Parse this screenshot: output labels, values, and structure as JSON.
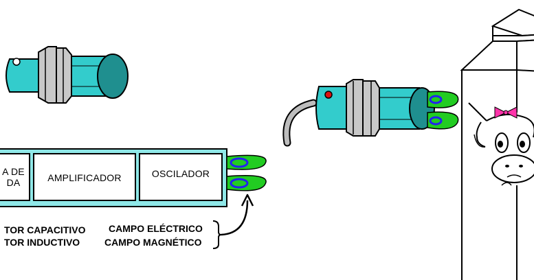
{
  "blocks": {
    "left_line1": "A DE",
    "left_line2": "DA",
    "amplifier": "AMPLIFICADOR",
    "oscillator": "OSCILADOR"
  },
  "captions": {
    "capacitive": "TOR CAPACITIVO",
    "inductive": "TOR INDUCTIVO",
    "electric_field": "CAMPO ELÉCTRICO",
    "magnetic_field": "CAMPO MAGNÉTICO"
  },
  "colors": {
    "sensor_body": "#33cccc",
    "sensor_dark": "#1f8f8f",
    "nut": "#c8c8c8",
    "field_green": "#22cc22",
    "field_blue": "#2222ee",
    "led_red": "#dd1111",
    "bow_pink": "#ff33aa",
    "panel_cyan": "#8fe8e8"
  },
  "icons": {
    "sensor_top": "cylindrical-proximity-sensor-icon",
    "sensor_mid": "sensor-with-cable-icon",
    "carton": "milk-carton-cow-icon"
  }
}
